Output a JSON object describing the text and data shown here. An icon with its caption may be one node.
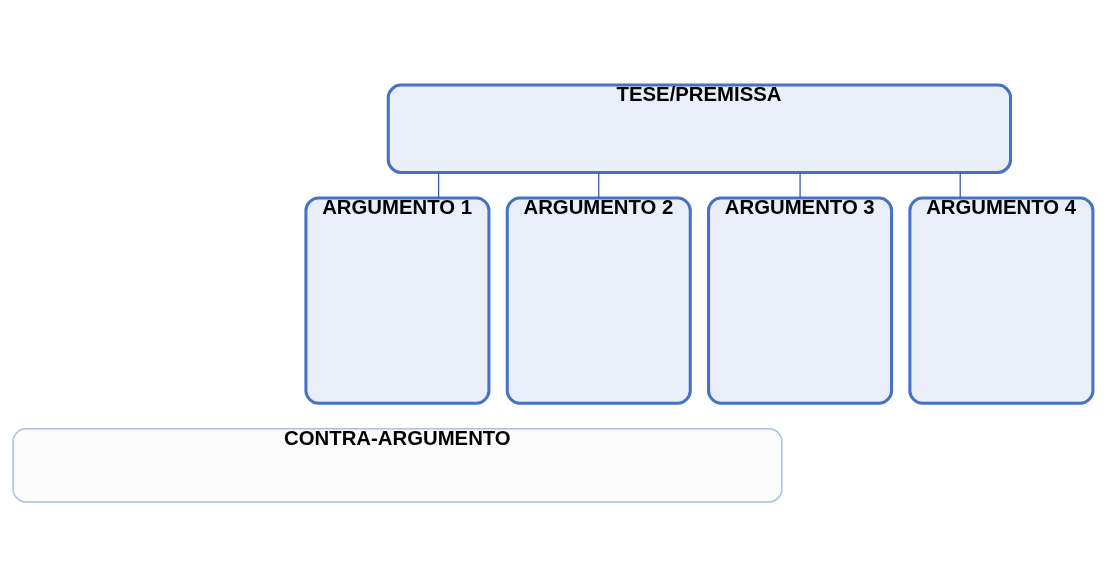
{
  "diagram": {
    "nodes": [
      {
        "text": [
          "TESE/PREMISSA"
        ]
      },
      {
        "text": [
          "ARGUMENTO 1"
        ]
      },
      {
        "text": [
          "ARGUMENTO 2"
        ]
      },
      {
        "text": [
          "ARGUMENTO 3"
        ]
      },
      {
        "text": [
          "ARGUMENTO 4"
        ]
      },
      {
        "text": [
          "CONTRA-ARGUMENTO"
        ]
      }
    ],
    "edges": [
      {
        "from": 0,
        "to": 1,
        "arrow": "none"
      },
      {
        "from": 0,
        "to": 2,
        "arrow": "none"
      },
      {
        "from": 0,
        "to": 3,
        "arrow": "none"
      },
      {
        "from": 0,
        "to": 4,
        "arrow": "none"
      }
    ]
  }
}
